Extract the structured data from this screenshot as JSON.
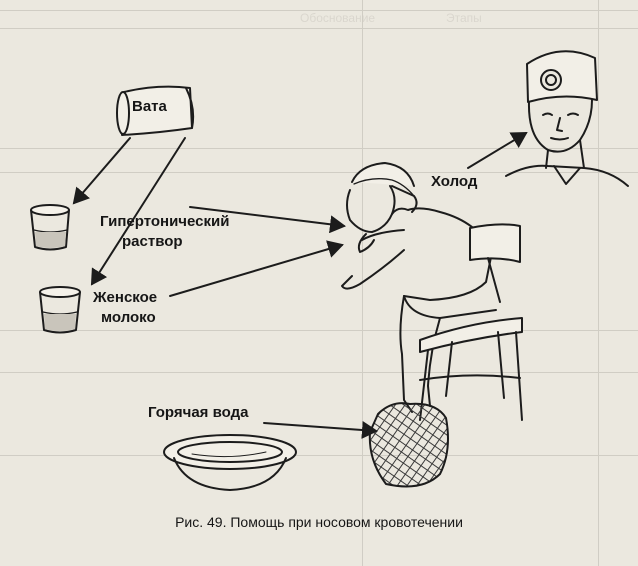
{
  "figure": {
    "labels": {
      "vata": "Вата",
      "hypertonic_line1": "Гипертонический",
      "hypertonic_line2": "раствор",
      "milk_line1": "Женское",
      "milk_line2": "молоко",
      "cold": "Холод",
      "hot_water": "Горячая вода"
    },
    "caption": "Рис. 49. Помощь при носовом кровотечении"
  },
  "bleed_through": {
    "header_right": "Этапы",
    "header_mid": "Обоснование"
  }
}
